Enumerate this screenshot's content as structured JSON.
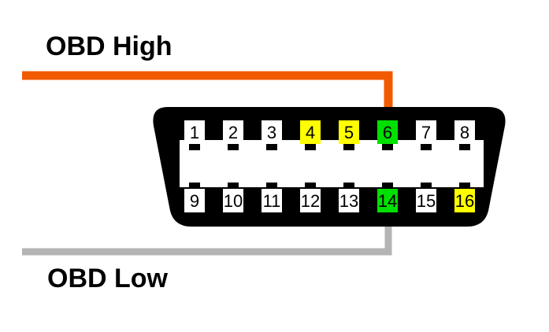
{
  "labels": {
    "high": "OBD High",
    "low": "OBD Low"
  },
  "colors": {
    "high_wire": "#f25a00",
    "low_wire": "#b4b4b4",
    "connector_body": "#000000",
    "pin_default": "#ffffff",
    "pin_yellow": "#ffff00",
    "pin_green": "#00e000"
  },
  "pins": {
    "top_row": [
      {
        "label": "1",
        "color": "white"
      },
      {
        "label": "2",
        "color": "white"
      },
      {
        "label": "3",
        "color": "white"
      },
      {
        "label": "4",
        "color": "yellow"
      },
      {
        "label": "5",
        "color": "yellow"
      },
      {
        "label": "6",
        "color": "green"
      },
      {
        "label": "7",
        "color": "white"
      },
      {
        "label": "8",
        "color": "white"
      }
    ],
    "bottom_row": [
      {
        "label": "9",
        "color": "white"
      },
      {
        "label": "10",
        "color": "white"
      },
      {
        "label": "11",
        "color": "white"
      },
      {
        "label": "12",
        "color": "white"
      },
      {
        "label": "13",
        "color": "white"
      },
      {
        "label": "14",
        "color": "green"
      },
      {
        "label": "15",
        "color": "white"
      },
      {
        "label": "16",
        "color": "yellow"
      }
    ]
  }
}
